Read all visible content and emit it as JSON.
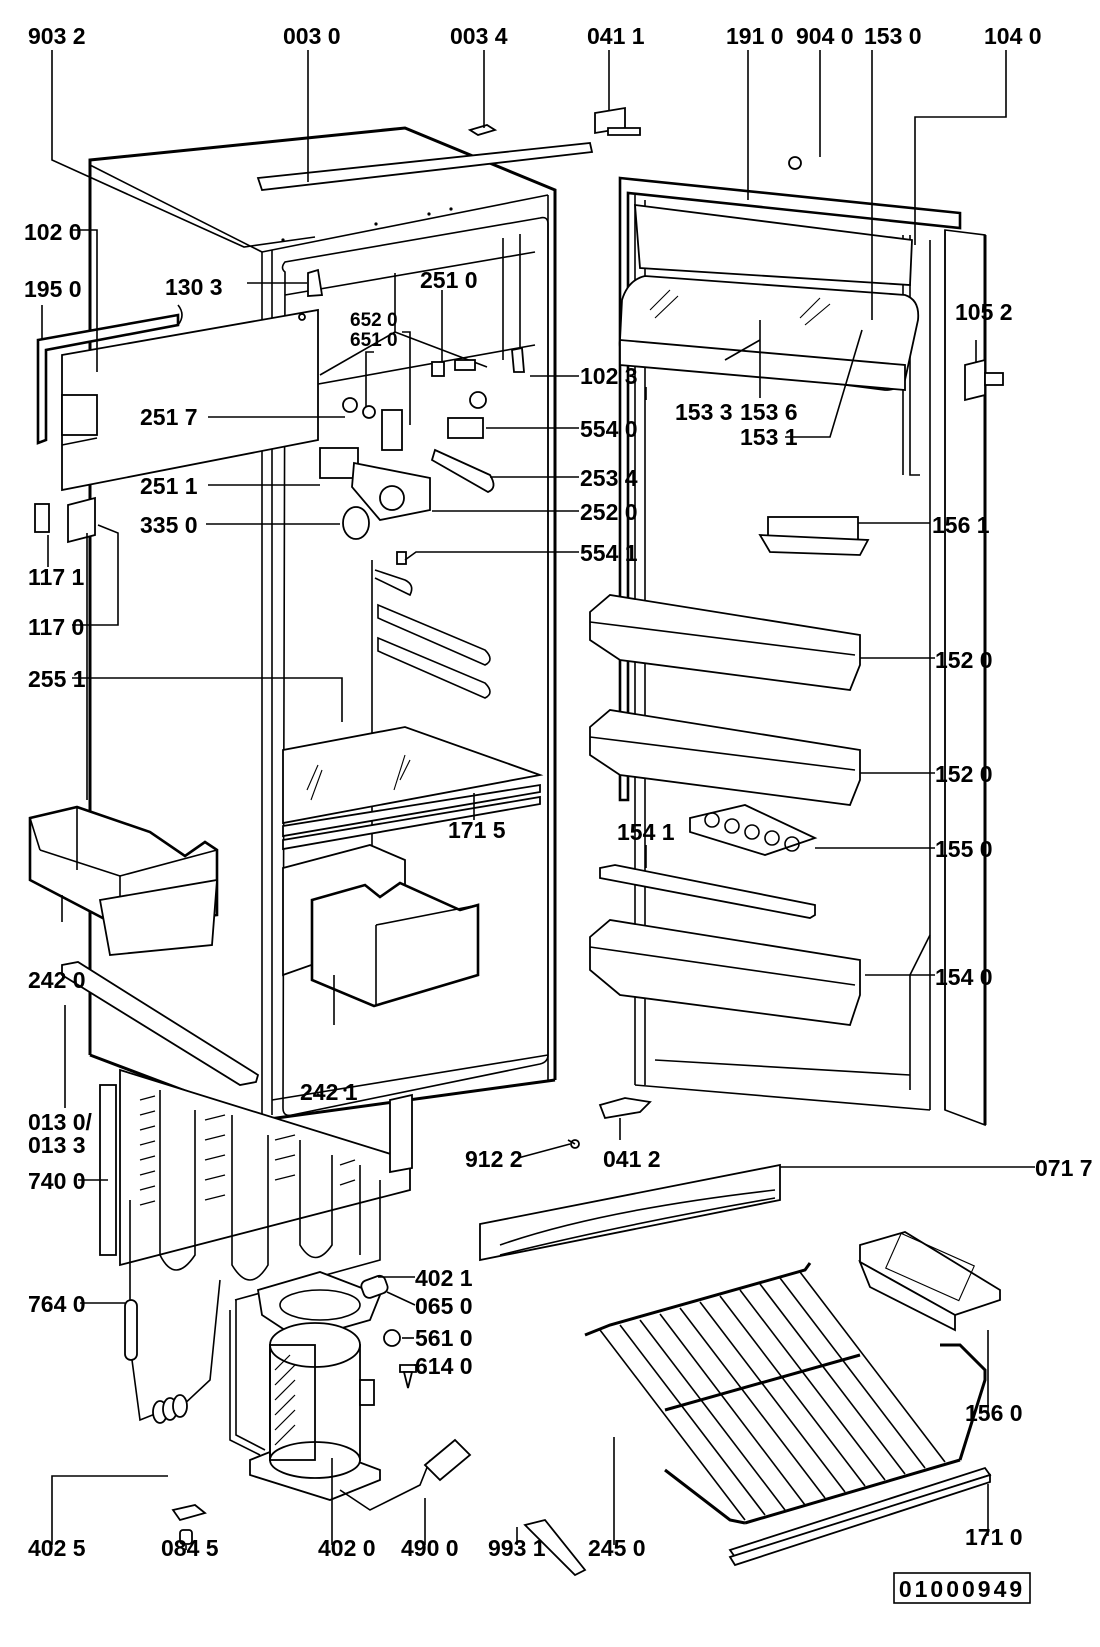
{
  "diagram": {
    "title": "Refrigerator exploded parts view",
    "document_number": "01000949",
    "labels": {
      "p9032": "903 2",
      "p0030": "003 0",
      "p0034": "003 4",
      "p0411": "041 1",
      "p1910": "191 0",
      "p9040": "904 0",
      "p1530": "153 0",
      "p1040": "104 0",
      "p1020": "102 0",
      "p1950": "195 0",
      "p1303": "130 3",
      "p2510": "251 0",
      "p6520": "652 0",
      "p6510": "651 0",
      "p1023": "102 3",
      "p1052": "105 2",
      "p2517": "251 7",
      "p5540": "554 0",
      "p1533": "153 3",
      "p1536": "153 6",
      "p1531": "153 1",
      "p2511": "251 1",
      "p2534": "253 4",
      "p3350": "335 0",
      "p2520": "252 0",
      "p5541": "554 1",
      "p1561": "156 1",
      "p1171": "117 1",
      "p1170": "117 0",
      "p2551": "255 1",
      "p1520a": "152 0",
      "p1520b": "152 0",
      "p1715": "171 5",
      "p1541": "154 1",
      "p1550": "155 0",
      "p2420": "242 0",
      "p2421": "242 1",
      "p1540": "154 0",
      "p0130": "013 0/",
      "p0133": "013 3",
      "p9122": "912 2",
      "p0412": "041 2",
      "p0717": "071 7",
      "p7400": "740 0",
      "p0650": "065 0",
      "p4021": "402 1",
      "p7640": "764 0",
      "p5610": "561 0",
      "p6140": "614 0",
      "p1560": "156 0",
      "p1710": "171 0",
      "p4025": "402 5",
      "p0845": "084 5",
      "p4020": "402 0",
      "p4900": "490 0",
      "p9931": "993 1",
      "p2450": "245 0"
    }
  }
}
